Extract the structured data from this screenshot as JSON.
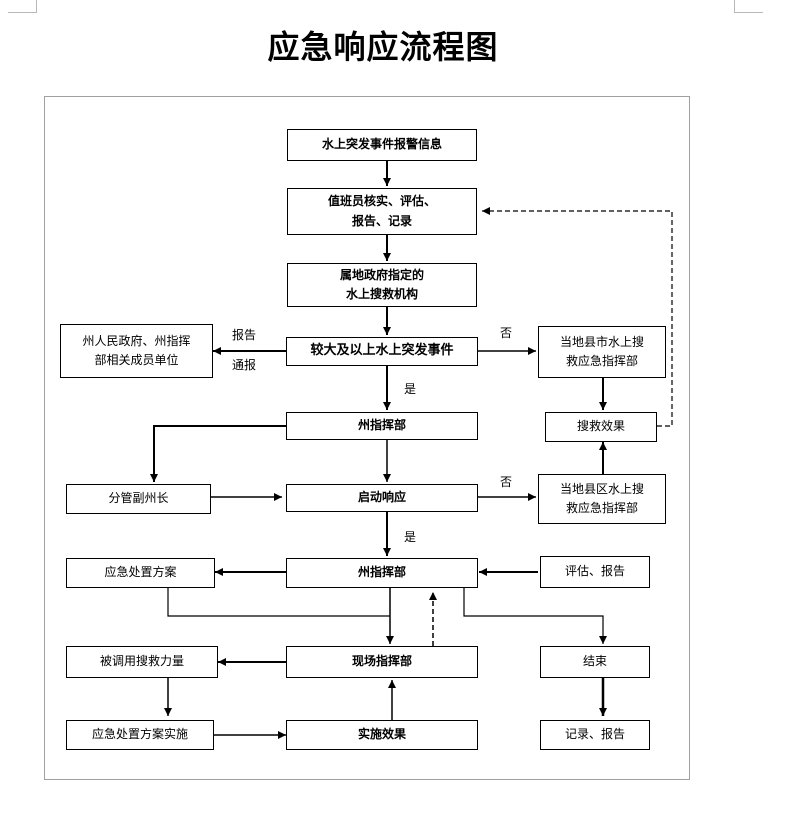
{
  "title": "应急响应流程图",
  "boxes": {
    "alarm_info": "水上突发事件报警信息",
    "duty_verify": "值班员核实、评估、\n报告、记录",
    "local_rescue_agency": "属地政府指定的\n水上搜救机构",
    "major_incident": "较大及以上水上突发事件",
    "state_gov_units": "州人民政府、州指挥\n部相关成员单位",
    "county_city_hq": "当地县市水上搜\n救应急指挥部",
    "rescue_effect": "搜救效果",
    "state_hq_1": "州指挥部",
    "vice_governor": "分管副州长",
    "start_response": "启动响应",
    "county_district_hq": "当地县区水上搜\n救应急指挥部",
    "plan": "应急处置方案",
    "state_hq_2": "州指挥部",
    "evaluate_report": "评估、报告",
    "site_hq": "现场指挥部",
    "deployed_forces": "被调用搜救力量",
    "end": "结束",
    "plan_implement": "应急处置方案实施",
    "impl_effect": "实施效果",
    "record_report": "记录、报告"
  },
  "labels": {
    "report": "报告",
    "notify": "通报",
    "no_1": "否",
    "yes_1": "是",
    "no_2": "否",
    "yes_2": "是"
  }
}
